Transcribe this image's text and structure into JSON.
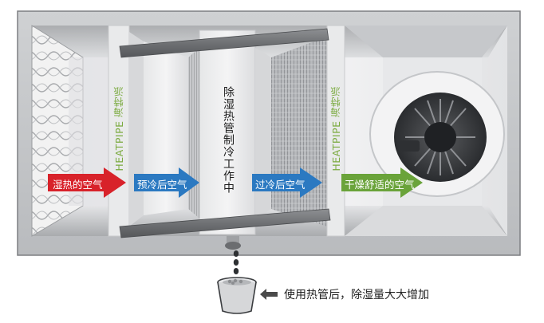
{
  "brand": {
    "left_text": "HEATPIPE 海特派",
    "right_text": "HEATPIPE 海特派"
  },
  "center_panel": {
    "text": "除湿热管制冷工作中"
  },
  "arrows": [
    {
      "label": "湿热的空气",
      "color": "#d8222a"
    },
    {
      "label": "预冷后空气",
      "color": "#2b79c1"
    },
    {
      "label": "过冷后空气",
      "color": "#2b79c1"
    },
    {
      "label": "干燥舒适的空气",
      "color": "#6aa33a"
    }
  ],
  "bottom_note": {
    "text": "使用热管后，除湿量大大增加",
    "icon": "arrow-left-icon"
  },
  "colors": {
    "brand_green": "#7aaa3e",
    "frame_gray": "#4a4a4a"
  }
}
